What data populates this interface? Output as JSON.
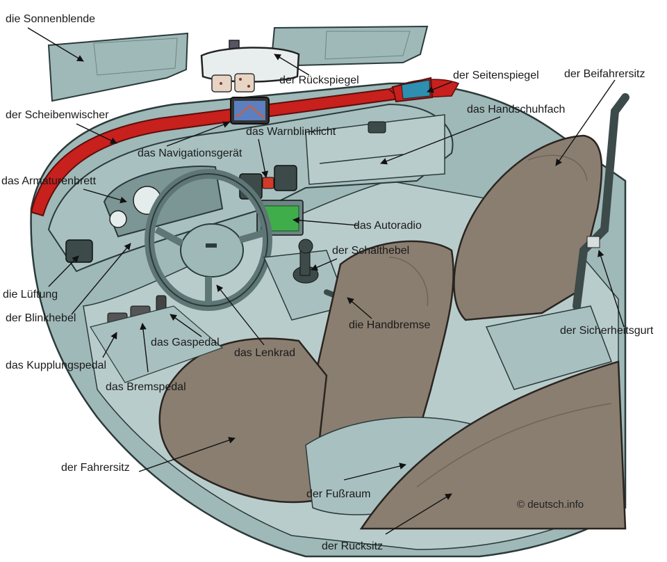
{
  "labels": {
    "sonnenblende": "die Sonnenblende",
    "rueckspiegel": "der Rückspiegel",
    "seitenspiegel": "der Seitenspiegel",
    "beifahrersitz": "der Beifahrersitz",
    "scheibenwischer": "der Scheibenwischer",
    "handschuhfach": "das Handschuhfach",
    "warnblinklicht": "das Warnblinklicht",
    "navigationsgeraet": "das Navigationsgerät",
    "armaturenbrett": "das Armaturenbrett",
    "autoradio": "das Autoradio",
    "schalthebel": "der Schalthebel",
    "lueftung": "die Lüftung",
    "blinkhebel": "der Blinkhebel",
    "handbremse": "die Handbremse",
    "sicherheitsgurt": "der Sicherheitsgurt",
    "gaspedal": "das Gaspedal",
    "lenkrad": "das Lenkrad",
    "kupplungspedal": "das Kupplungspedal",
    "bremspedal": "das Bremspedal",
    "fahrersitz": "der Fahrersitz",
    "fussraum": "der Fußraum",
    "ruecksitz": "der Rücksitz"
  },
  "credit": "© deutsch.info",
  "colors": {
    "body_teal": "#9fb8b8",
    "interior_teal": "#b9cccc",
    "dash": "#a8c0c0",
    "seat": "#8a7e70",
    "seat_dark": "#6f645a",
    "red_trim": "#c8201c",
    "screen_green": "#3fae4a"
  }
}
